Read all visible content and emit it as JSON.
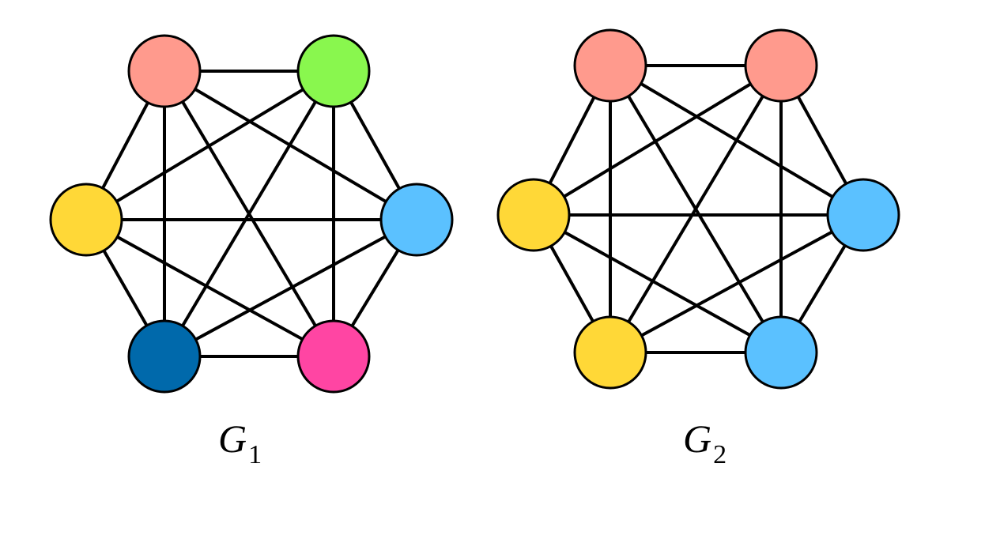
{
  "graphs": [
    {
      "label_main": "G",
      "label_sub": "1",
      "nodes": [
        {
          "color": "#FF9A8D"
        },
        {
          "color": "#89F74E"
        },
        {
          "color": "#5BC1FF"
        },
        {
          "color": "#FF45A3"
        },
        {
          "color": "#0069AB"
        },
        {
          "color": "#FFD837"
        }
      ],
      "edges": "complete"
    },
    {
      "label_main": "G",
      "label_sub": "2",
      "nodes": [
        {
          "color": "#FF9A8D"
        },
        {
          "color": "#FF9A8D"
        },
        {
          "color": "#5BC1FF"
        },
        {
          "color": "#5BC1FF"
        },
        {
          "color": "#FFD837"
        },
        {
          "color": "#FFD837"
        }
      ],
      "edges": "complete"
    }
  ]
}
